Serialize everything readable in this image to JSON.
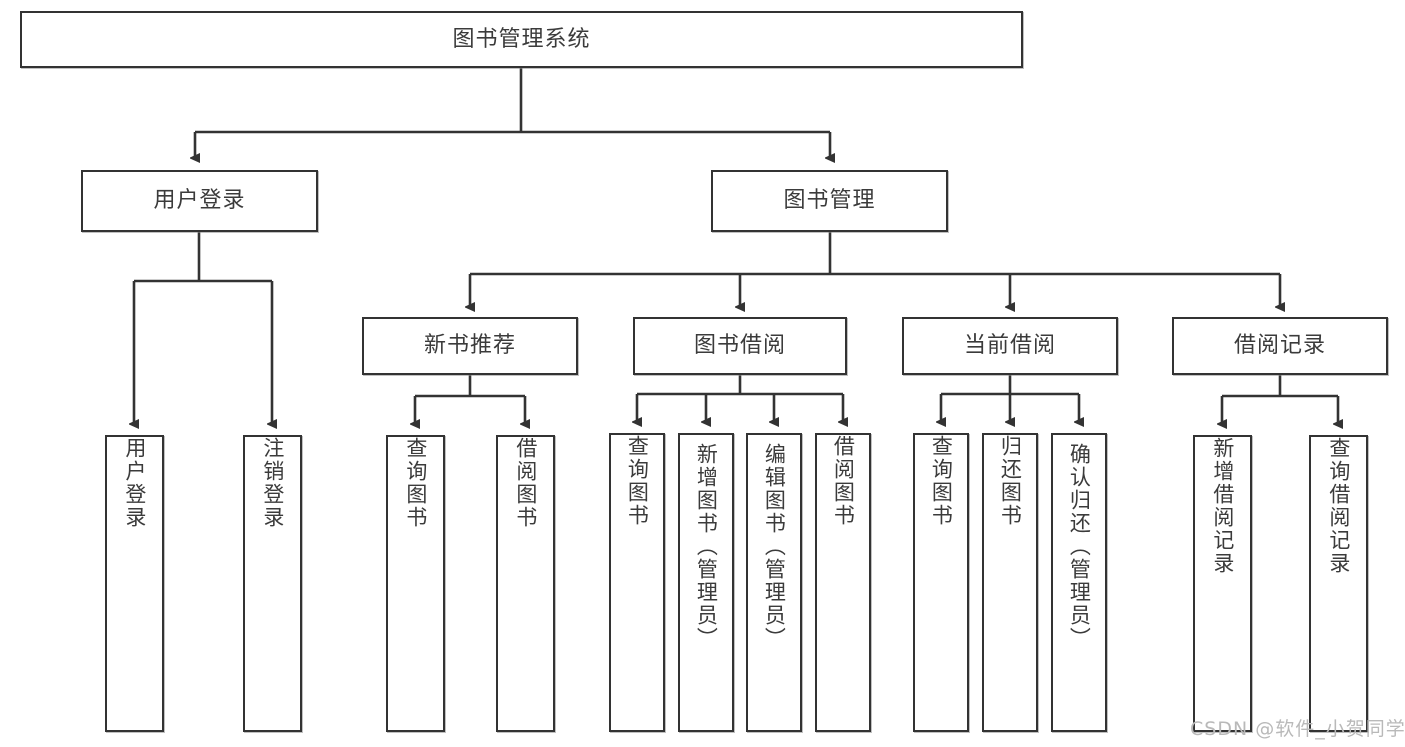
{
  "diagram": {
    "type": "tree-structure-chart",
    "title": "图书管理系统",
    "root": {
      "label": "图书管理系统"
    },
    "level2": [
      {
        "label": "用户登录"
      },
      {
        "label": "图书管理"
      }
    ],
    "level3": [
      {
        "label": "新书推荐"
      },
      {
        "label": "图书借阅"
      },
      {
        "label": "当前借阅"
      },
      {
        "label": "借阅记录"
      }
    ],
    "leaves": {
      "user_login": [
        {
          "label": "用户登录"
        },
        {
          "label": "注销登录"
        }
      ],
      "new_book_recommend": [
        {
          "label": "查询图书"
        },
        {
          "label": "借阅图书"
        }
      ],
      "book_borrow": [
        {
          "label": "查询图书"
        },
        {
          "label": "新增图书（管理员）"
        },
        {
          "label": "编辑图书（管理员）"
        },
        {
          "label": "借阅图书"
        }
      ],
      "current_borrow": [
        {
          "label": "查询图书"
        },
        {
          "label": "归还图书"
        },
        {
          "label": "确认归还（管理员）"
        }
      ],
      "borrow_record": [
        {
          "label": "新增借阅记录"
        },
        {
          "label": "查询借阅记录"
        }
      ]
    }
  },
  "watermark": {
    "text": "CSDN @软件_小贺同学"
  },
  "colors": {
    "stroke": "#333333",
    "text": "#3b3b3b",
    "background": "#ffffff",
    "watermark": "#b9b9b9"
  }
}
